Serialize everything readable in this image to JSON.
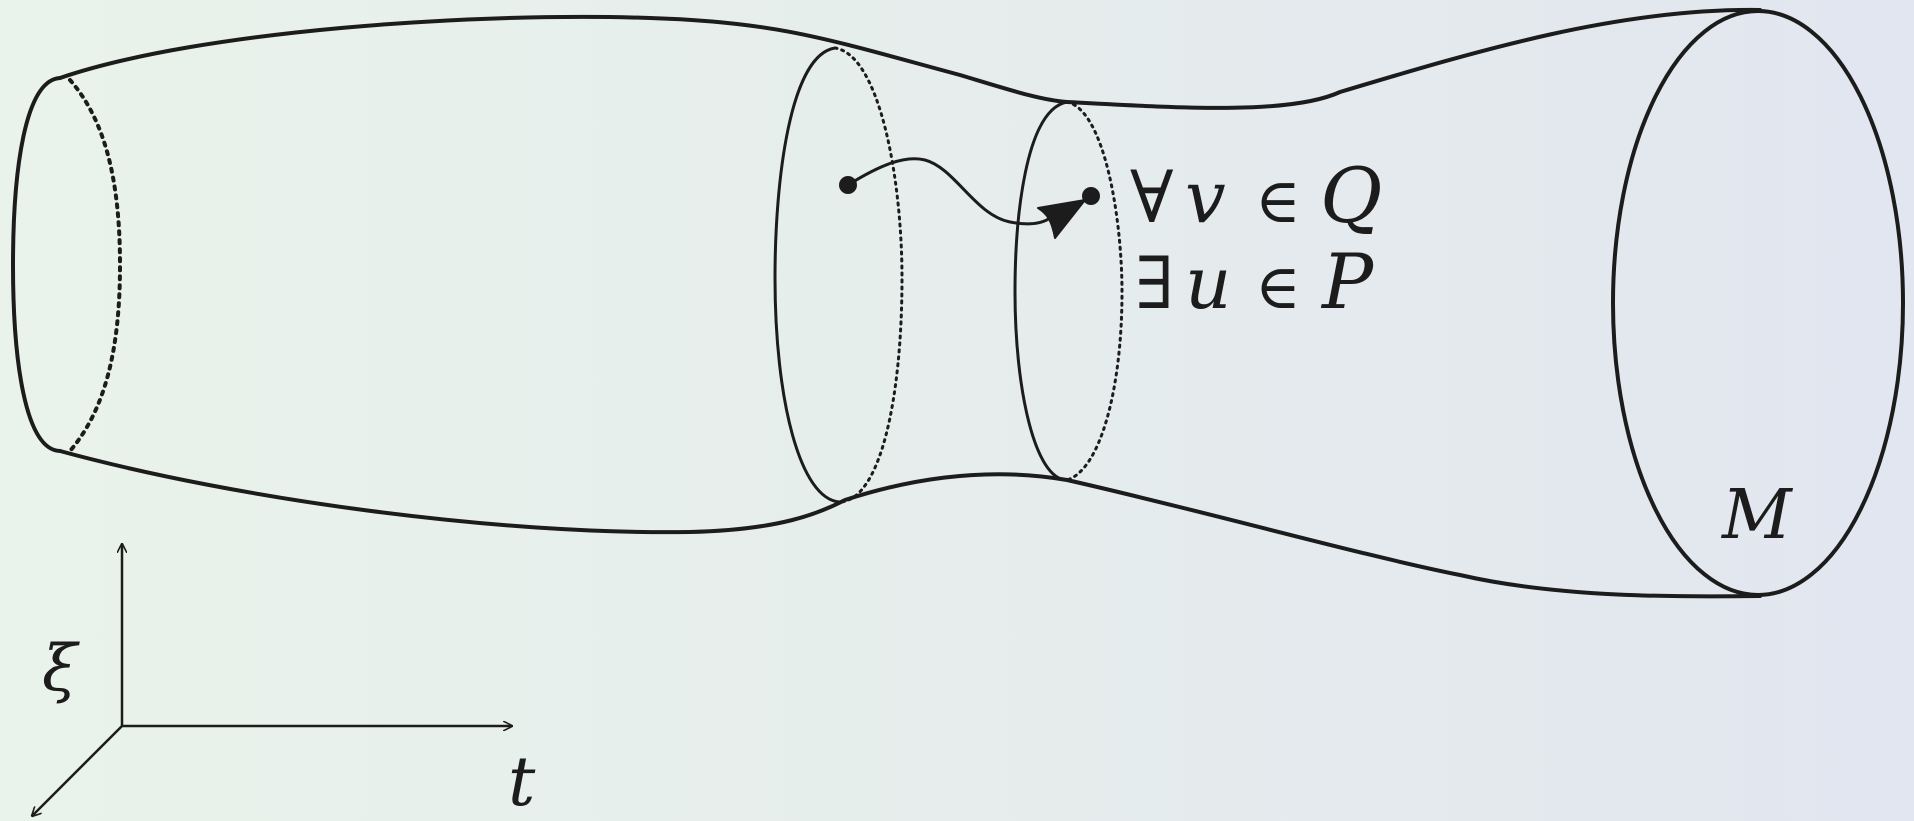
{
  "labels": {
    "forall": "∀",
    "v": "v",
    "element_of_1": "∈",
    "set_q": "Q",
    "exists": "∃",
    "u": "u",
    "element_of_2": "∈",
    "set_p": "P",
    "manifold": "M",
    "axis_vertical": "ξ",
    "axis_horizontal": "t"
  },
  "colors": {
    "stroke": "#1c1c1c"
  }
}
